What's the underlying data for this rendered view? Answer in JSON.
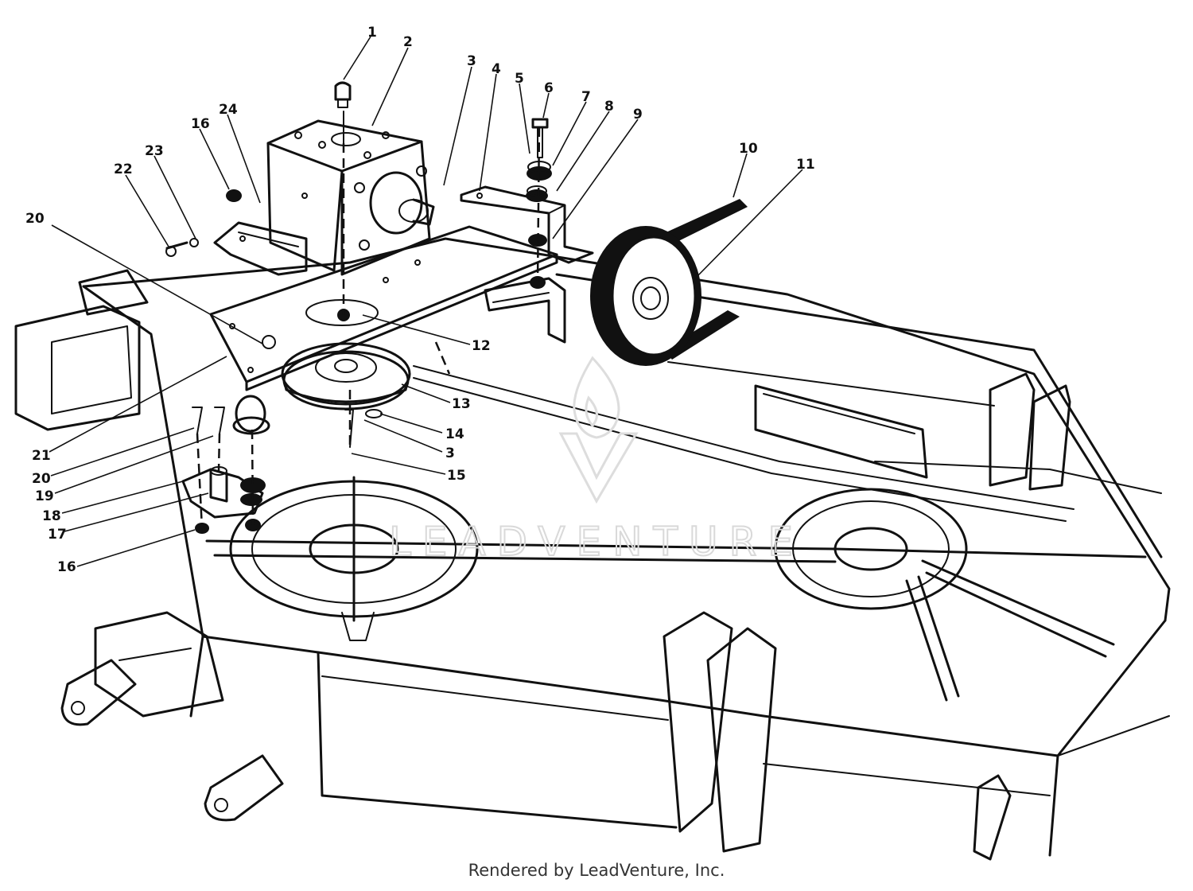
{
  "diagram": {
    "callouts": [
      "1",
      "2",
      "3",
      "4",
      "5",
      "6",
      "7",
      "8",
      "9",
      "10",
      "11",
      "24",
      "16",
      "23",
      "22",
      "20",
      "12",
      "13",
      "14",
      "3",
      "15",
      "21",
      "20",
      "19",
      "18",
      "17",
      "16"
    ],
    "watermark_text": "LEADVENTURE"
  },
  "footer": {
    "text": "Rendered by LeadVenture, Inc."
  }
}
